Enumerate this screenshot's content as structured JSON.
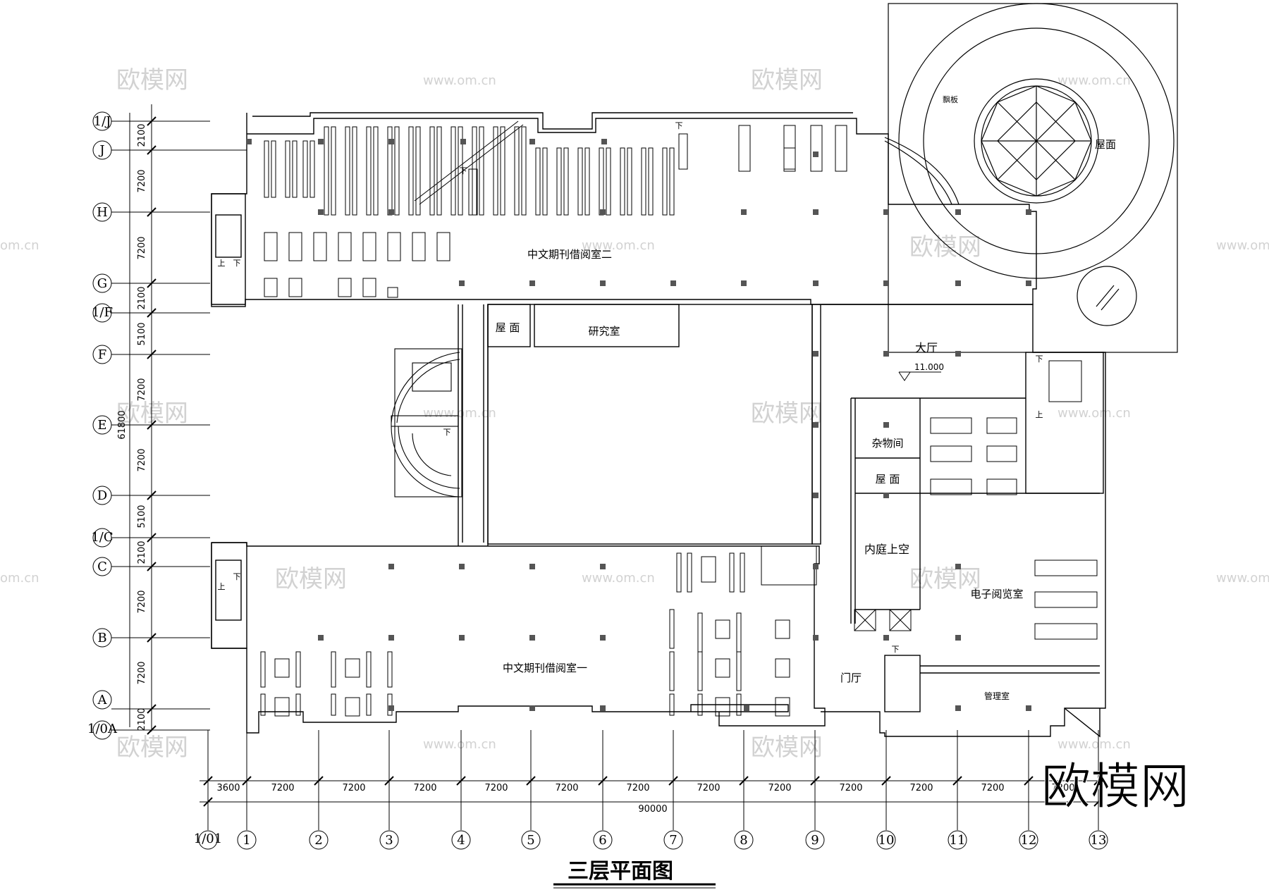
{
  "title": "三层平面图",
  "rooms": {
    "reading_room_two": "中文期刊借阅室二",
    "reading_room_one": "中文期刊借阅室一",
    "hall": "大厅",
    "hall_elevation": "11.000",
    "storage": "杂物间",
    "roof_1": "屋 面",
    "roof_2": "屋 面",
    "roof_3": "屋面",
    "research": "研究室",
    "courtyard": "内庭上空",
    "e_reading": "电子阅览室",
    "lobby": "门厅",
    "management": "管理室",
    "canopy": "飘板"
  },
  "stairs": {
    "up": "上",
    "down": "下"
  },
  "row_axes": [
    {
      "label": "1/J",
      "dim": "2100"
    },
    {
      "label": "J",
      "dim": "7200"
    },
    {
      "label": "H",
      "dim": "7200"
    },
    {
      "label": "G",
      "dim": "2100"
    },
    {
      "label": "1/F",
      "dim": "5100"
    },
    {
      "label": "F",
      "dim": "7200"
    },
    {
      "label": "E",
      "dim": "7200"
    },
    {
      "label": "D",
      "dim": "5100"
    },
    {
      "label": "1/C",
      "dim": "2100"
    },
    {
      "label": "C",
      "dim": "7200"
    },
    {
      "label": "B",
      "dim": "7200"
    },
    {
      "label": "A",
      "dim": "2100"
    },
    {
      "label": "1/0A",
      "dim": ""
    }
  ],
  "row_total": "61800",
  "col_axes": [
    "1/01",
    "1",
    "2",
    "3",
    "4",
    "5",
    "6",
    "7",
    "8",
    "9",
    "10",
    "11",
    "12",
    "13"
  ],
  "col_dims": [
    "3600",
    "7200",
    "7200",
    "7200",
    "7200",
    "7200",
    "7200",
    "7200",
    "7200",
    "7200",
    "7200",
    "7200",
    "7200"
  ],
  "col_total": "90000",
  "watermarks": {
    "brand_small": "欧模网",
    "url": "www.om.cn",
    "url_cut": "om.cn",
    "brand_large": "欧模网"
  }
}
